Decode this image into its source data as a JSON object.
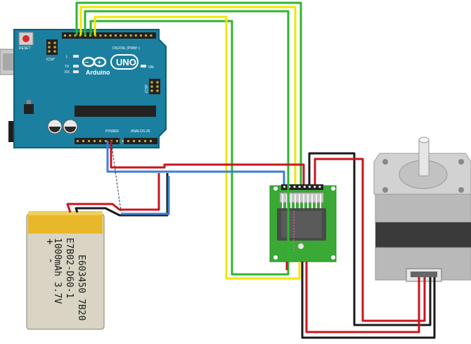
{
  "arduino": {
    "brand": "Arduino",
    "model": "UNO",
    "reset_label": "RESET",
    "icsp_label": "ICSP",
    "icsp2_label": "ICSP",
    "digital_label": "DIGITAL (PWM~)",
    "power_label": "POWER",
    "analog_label": "ANALOG IN",
    "tx_label": "TX",
    "rx_label": "RX",
    "l_label": "L",
    "on_label": "ON",
    "colors": {
      "board": "#1b7fa0",
      "edge": "#0f5f7a",
      "header": "#222222"
    }
  },
  "battery": {
    "line1": "E603450 7B20",
    "line2": "E7B02-D60-1",
    "line3": "1000mAh 3.7V",
    "minus_symbol": "-",
    "plus_symbol": "+",
    "colors": {
      "body": "#d9d4c4",
      "cap": "#e8b82a"
    }
  },
  "driver": {
    "colors": {
      "pcb": "#3aa935",
      "chip": "#4a4a4a"
    }
  },
  "motor": {
    "colors": {
      "body": "#b9b9b9",
      "dark": "#3a3a3a"
    }
  },
  "wire_colors": {
    "red": "#c8161d",
    "black": "#1a1a1a",
    "blue": "#3b7fd4",
    "green": "#2fb52f",
    "yellow": "#f2e600",
    "dashed": "#333333"
  }
}
